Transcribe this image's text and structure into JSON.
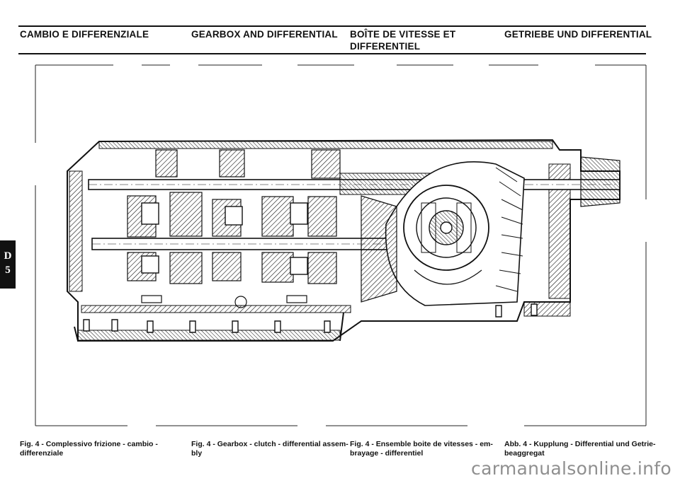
{
  "header": {
    "it": "CAMBIO E DIFFERENZIALE",
    "en": "GEARBOX AND DIFFERENTIAL",
    "fr_line1": "BOÎTE DE VITESSE ET",
    "fr_line2": "DIFFERENTIEL",
    "de": "GETRIEBE UND DIFFERENTIAL"
  },
  "side_tab": {
    "letter": "D",
    "number": "5"
  },
  "captions": {
    "it_line1": "Fig. 4 - Complessivo frizione - cambio -",
    "it_line2": "differenziale",
    "en_line1": "Fig. 4 - Gearbox - clutch - differential assem-",
    "en_line2": "bly",
    "fr_line1": "Fig. 4 - Ensemble boite de vitesses - em-",
    "fr_line2": "brayage - differentiel",
    "de_line1": "Abb. 4 - Kupplung - Differential und Getrie-",
    "de_line2": "beaggregat"
  },
  "watermark": "carmanualsonline.info"
}
